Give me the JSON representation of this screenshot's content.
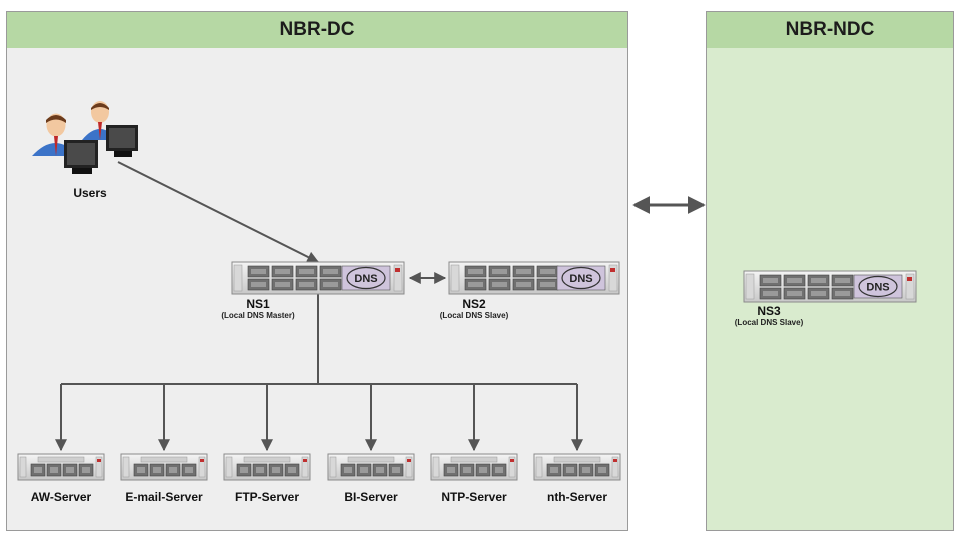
{
  "zones": {
    "dc": {
      "title": "NBR-DC"
    },
    "ndc": {
      "title": "NBR-NDC"
    }
  },
  "users": {
    "label": "Users"
  },
  "dns_servers": [
    {
      "name": "NS1",
      "role": "(Local DNS Master)",
      "badge": "DNS"
    },
    {
      "name": "NS2",
      "role": "(Local DNS Slave)",
      "badge": "DNS"
    },
    {
      "name": "NS3",
      "role": "(Local DNS Slave)",
      "badge": "DNS"
    }
  ],
  "servers": [
    {
      "label": "AW-Server"
    },
    {
      "label": "E-mail-Server"
    },
    {
      "label": "FTP-Server"
    },
    {
      "label": "BI-Server"
    },
    {
      "label": "NTP-Server"
    },
    {
      "label": "nth-Server"
    }
  ],
  "colors": {
    "zone_header": "#b6d8a4",
    "dc_background": "#eeeeee",
    "ndc_background": "#d9ebce",
    "connector": "#555555",
    "dns_badge_bg": "#cfc4dc",
    "server_accent": "#c03030"
  }
}
